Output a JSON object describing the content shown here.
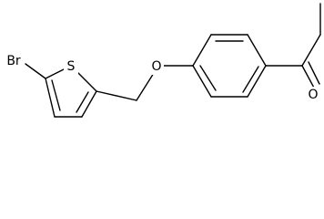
{
  "molecule": {
    "atoms": {
      "bromine": "Br",
      "sulfur": "S",
      "ether_oxygen": "O",
      "carbonyl_oxygen": "O"
    }
  }
}
